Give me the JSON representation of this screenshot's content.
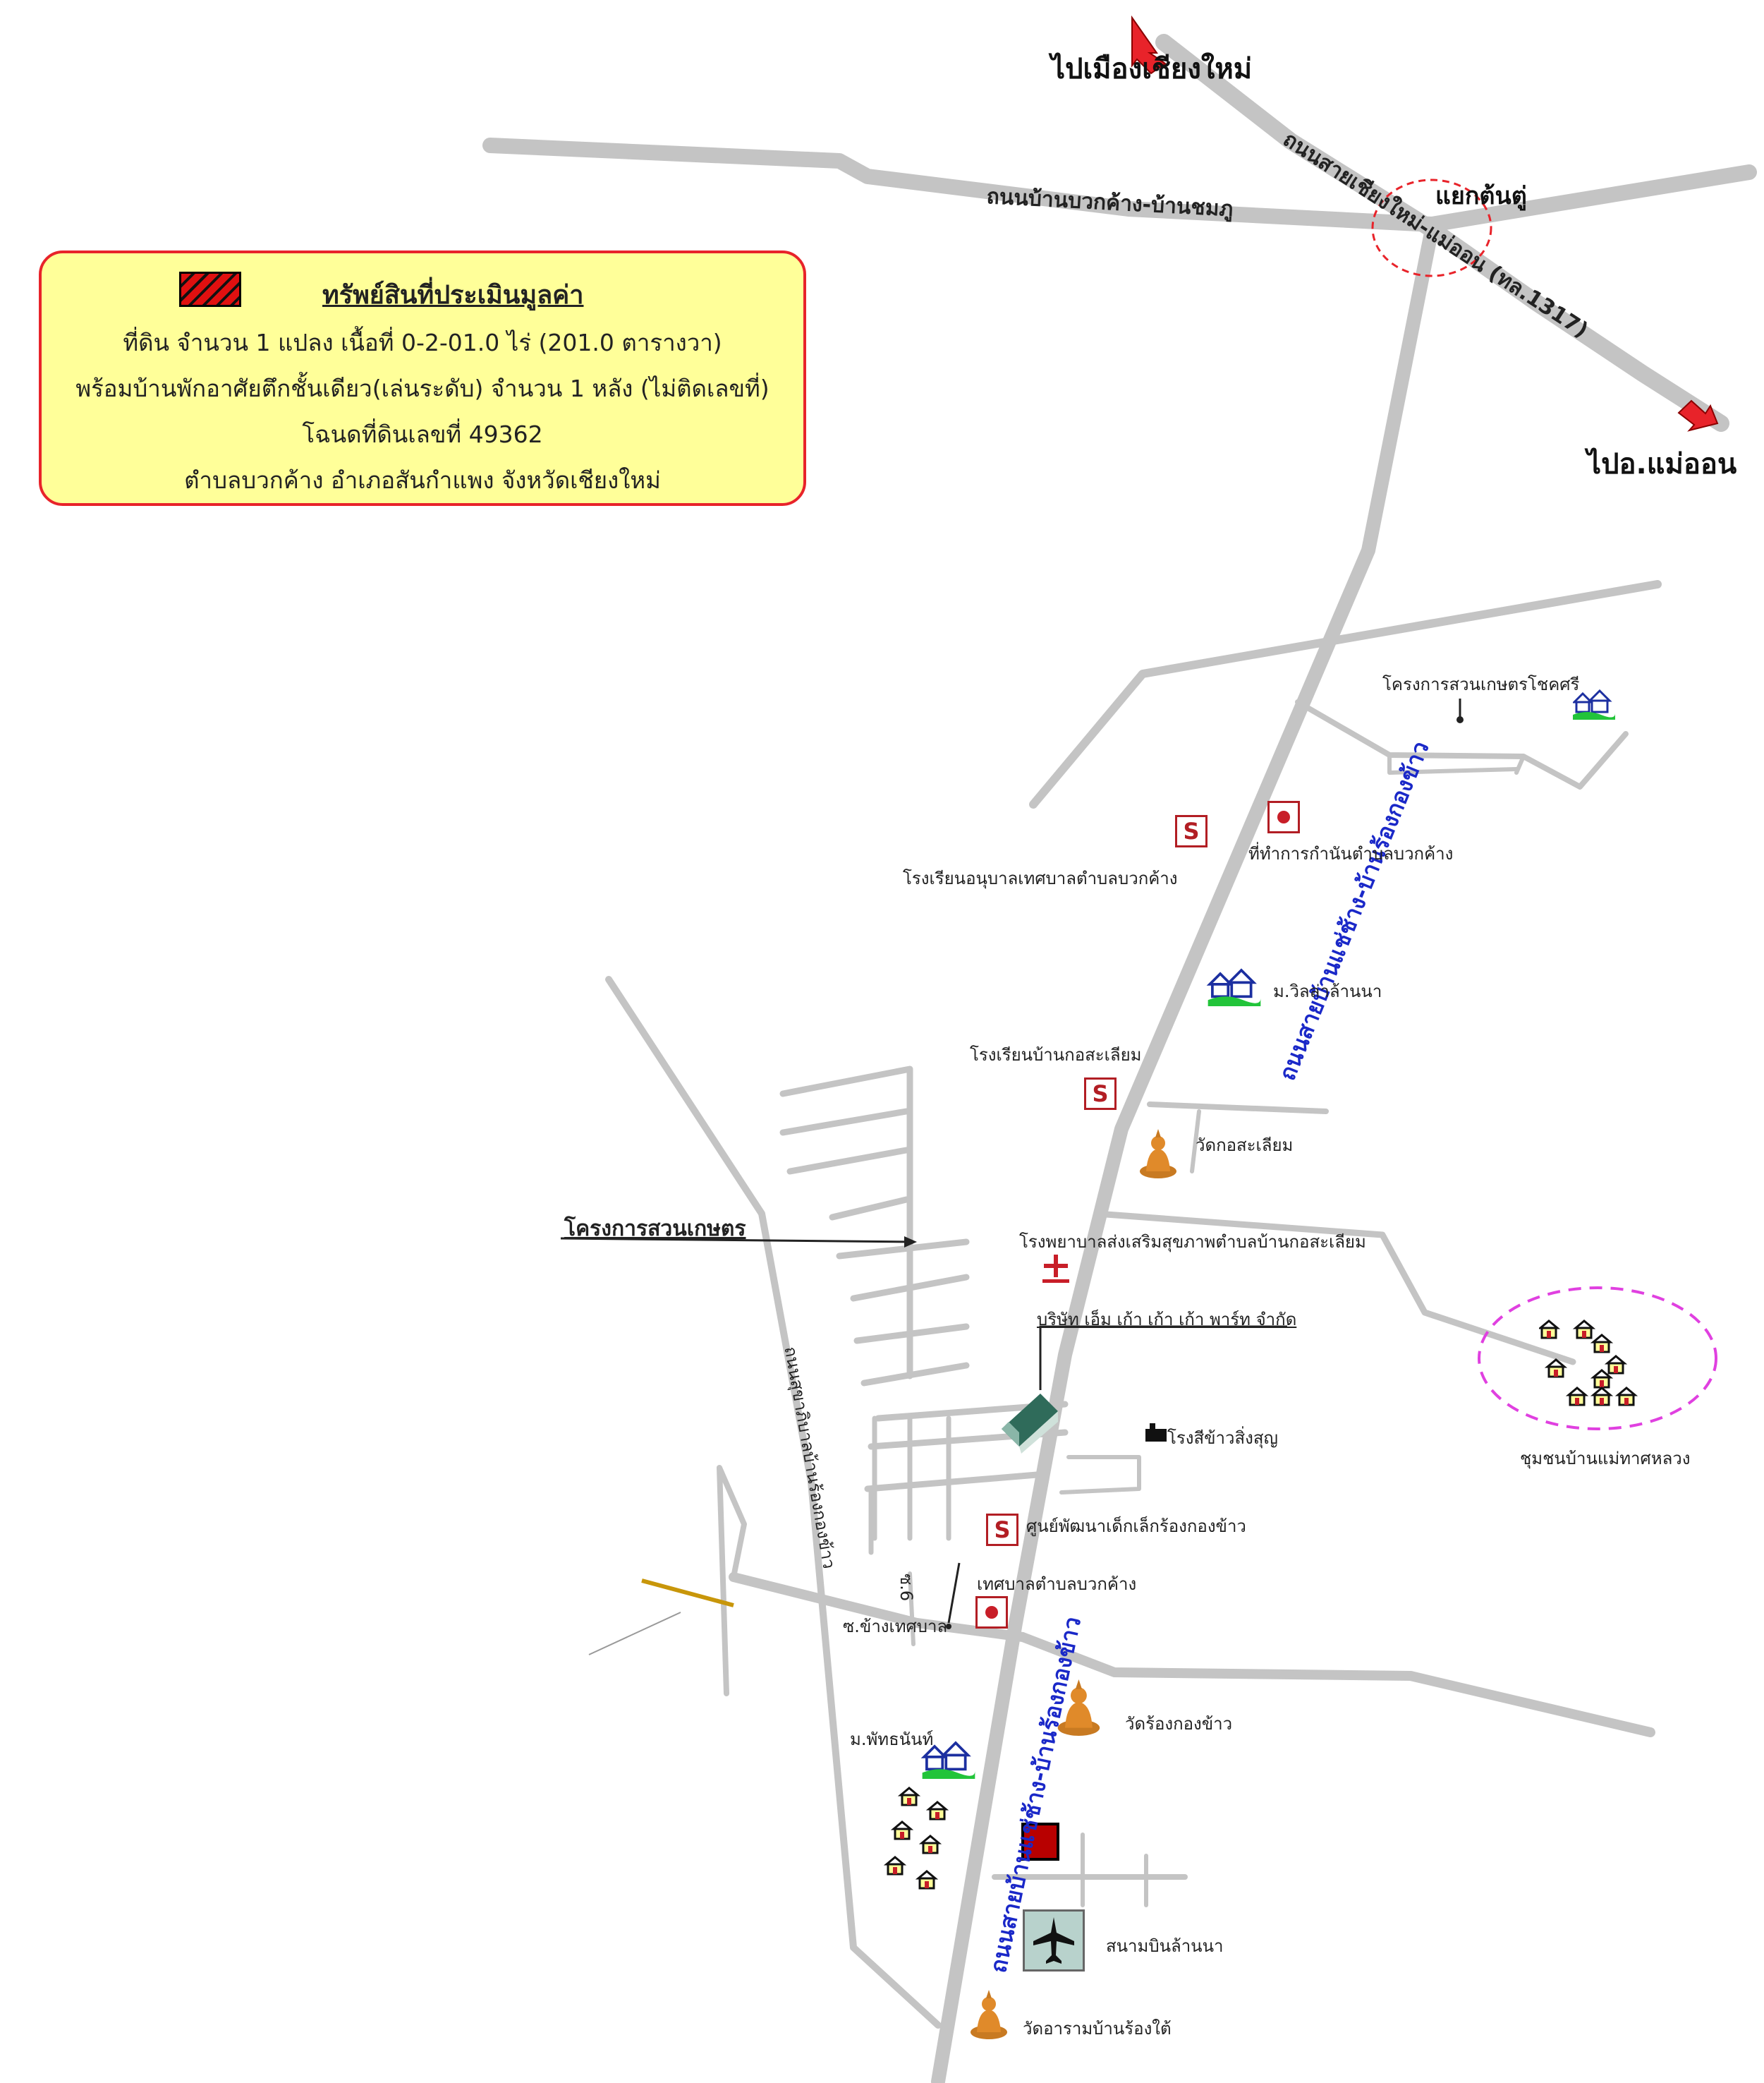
{
  "legend": {
    "title": "ทรัพย์สินที่ประเมินมูลค่า",
    "line1": "ที่ดิน จำนวน 1 แปลง เนื้อที่ 0-2-01.0 ไร่ (201.0 ตารางวา)",
    "line2": "พร้อมบ้านพักอาศัยตึกชั้นเดียว(เล่นระดับ) จำนวน 1 หลัง (ไม่ติดเลขที่)",
    "line3": "โฉนดที่ดินเลขที่ 49362",
    "line4": "ตำบลบวกค้าง อำเภอสันกำแพง จังหวัดเชียงใหม่"
  },
  "directions": {
    "to_chiangmai": "ไปเมืองเชียงใหม่",
    "to_maeon": "ไปอ.แม่ออน"
  },
  "roads": {
    "chiangmai_maeon": "ถนนสายเชียงใหม่-แม่ออน (ทล.1317)",
    "buakkhang_chomphu": "ถนนบ้านบวกค้าง-บ้านชมภู",
    "intersection": "แยกต้นตู่",
    "baensang_rongkongkhao": "ถนนสายบ้านแช่ช้าง-บ้านร้องกองข้าว",
    "baensang_rongkongkhao_2": "ถนนสายบ้านแช่ช้าง-บ้านร้องกองข้าว",
    "west_road": "ถนนสุขาภิบาลบ้านร้องกองข้าว",
    "soi_municipal": "ซ.ข้างเทศบาล",
    "soi_short": "ซ.6"
  },
  "places": {
    "suan_kaset_sri_chok": "โครงการสวนเกษตรโชคศรี",
    "subdistrict_office": "ที่ทำการกำนันตำบลบวกค้าง",
    "kindergarten": "โรงเรียนอนุบาลเทศบาลตำบลบวกค้าง",
    "villa_lanna": "ม.วิลล่าล้านนา",
    "school_kosaluam": "โรงเรียนบ้านกอสะเลียม",
    "wat_kosaluam": "วัดกอสะเลียม",
    "hospital": "โรงพยาบาลส่งเสริมสุขภาพตำบลบ้านกอสะเลียม",
    "company": "บริษัท เอ็ม เก้า เก้า เก้า พาร์ท จำกัด",
    "farm_project": "โครงการสวนเกษตร",
    "rice_mill": "โรงสีข้าวสิ่งสุญ",
    "child_center": "ศูนย์พัฒนาเด็กเล็กร้องกองข้าว",
    "municipality": "เทศบาลตำบลบวกค้าง",
    "mae_tha_luang": "ชุมชนบ้านแม่ทาศหลวง",
    "wat_rongkongkhao": "วัดร้องกองข้าว",
    "pattanan": "ม.พัทธนันท์",
    "airport": "สนามบินล้านนา",
    "wat_aram": "วัดอารามบ้านร้องใต้"
  },
  "colors": {
    "road": "#c4c4c4",
    "legend_bg": "#ffff99",
    "legend_border": "#e8232a",
    "symbol_red": "#b21e24",
    "road_label_blue": "#1a28c8",
    "community_circle": "#e040e0",
    "target_property": "#b80000",
    "secondary_road": "#c8960a"
  },
  "icons": {
    "direction_arrow": "red-arrow-icon",
    "school": "s-school-icon",
    "government_office": "red-dot-office-icon",
    "temple": "buddha-temple-icon",
    "hospital": "red-cross-icon",
    "housing_project": "housing-estate-icon",
    "house": "house-icon",
    "factory": "factory-icon",
    "airport": "airplane-icon",
    "property_marker": "red-square-property-icon"
  }
}
